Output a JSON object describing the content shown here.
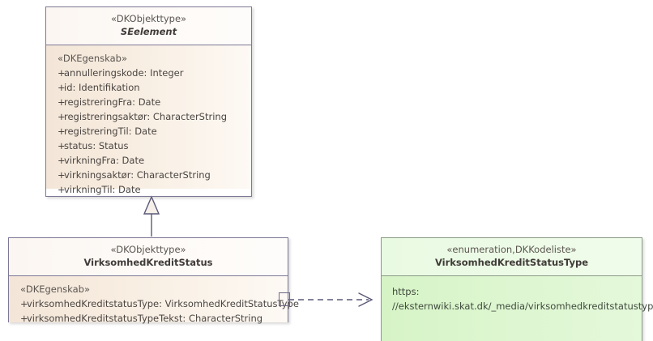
{
  "diagram": {
    "type": "uml-class-diagram",
    "background": "#ffffff"
  },
  "classes": {
    "seelement": {
      "stereotype": "«DKObjekttype»",
      "name": "SEelement",
      "property_stereotype": "«DKEgenskab»",
      "attributes": [
        {
          "visibility": "+",
          "text": "annulleringskode: Integer"
        },
        {
          "visibility": "+",
          "text": "id: Identifikation"
        },
        {
          "visibility": "+",
          "text": "registreringFra: Date"
        },
        {
          "visibility": "+",
          "text": "registreringsaktør: CharacterString"
        },
        {
          "visibility": "+",
          "text": "registreringTil: Date"
        },
        {
          "visibility": "+",
          "text": "status: Status"
        },
        {
          "visibility": "+",
          "text": "virkningFra: Date"
        },
        {
          "visibility": "+",
          "text": "virkningsaktør: CharacterString"
        },
        {
          "visibility": "+",
          "text": "virkningTil: Date"
        }
      ]
    },
    "virksomhedkreditstatus": {
      "stereotype": "«DKObjekttype»",
      "name": "VirksomhedKreditStatus",
      "property_stereotype": "«DKEgenskab»",
      "attributes": [
        {
          "visibility": "+",
          "text": "virksomhedKreditstatusType: VirksomhedKreditStatusType"
        },
        {
          "visibility": "+",
          "text": "virksomhedKreditstatusTypeTekst: CharacterString"
        }
      ]
    },
    "virksomhedkreditstatustype": {
      "stereotype": "«enumeration,DKKodeliste»",
      "name": "VirksomhedKreditStatusType",
      "body_lines": [
        "https:",
        "//eksternwiki.skat.dk/_media/virksomhedkreditstatustype.xls"
      ]
    }
  },
  "relationships": [
    {
      "kind": "generalization",
      "from": "VirksomhedKreditStatus",
      "to": "SEelement",
      "arrow": "hollow-triangle"
    },
    {
      "kind": "dependency",
      "from": "VirksomhedKreditStatus",
      "to": "VirksomhedKreditStatusType",
      "arrow": "open-arrow",
      "line": "dashed"
    }
  ],
  "colors": {
    "class_header": "#fdfaf7",
    "class_body": "#f5e9dc",
    "class_border": "#7d7896",
    "enum_header": "#eafbe4",
    "enum_body": "#d8f5c8",
    "enum_border": "#8a9a86",
    "connector": "#5a5878",
    "text": "#4a4542"
  }
}
